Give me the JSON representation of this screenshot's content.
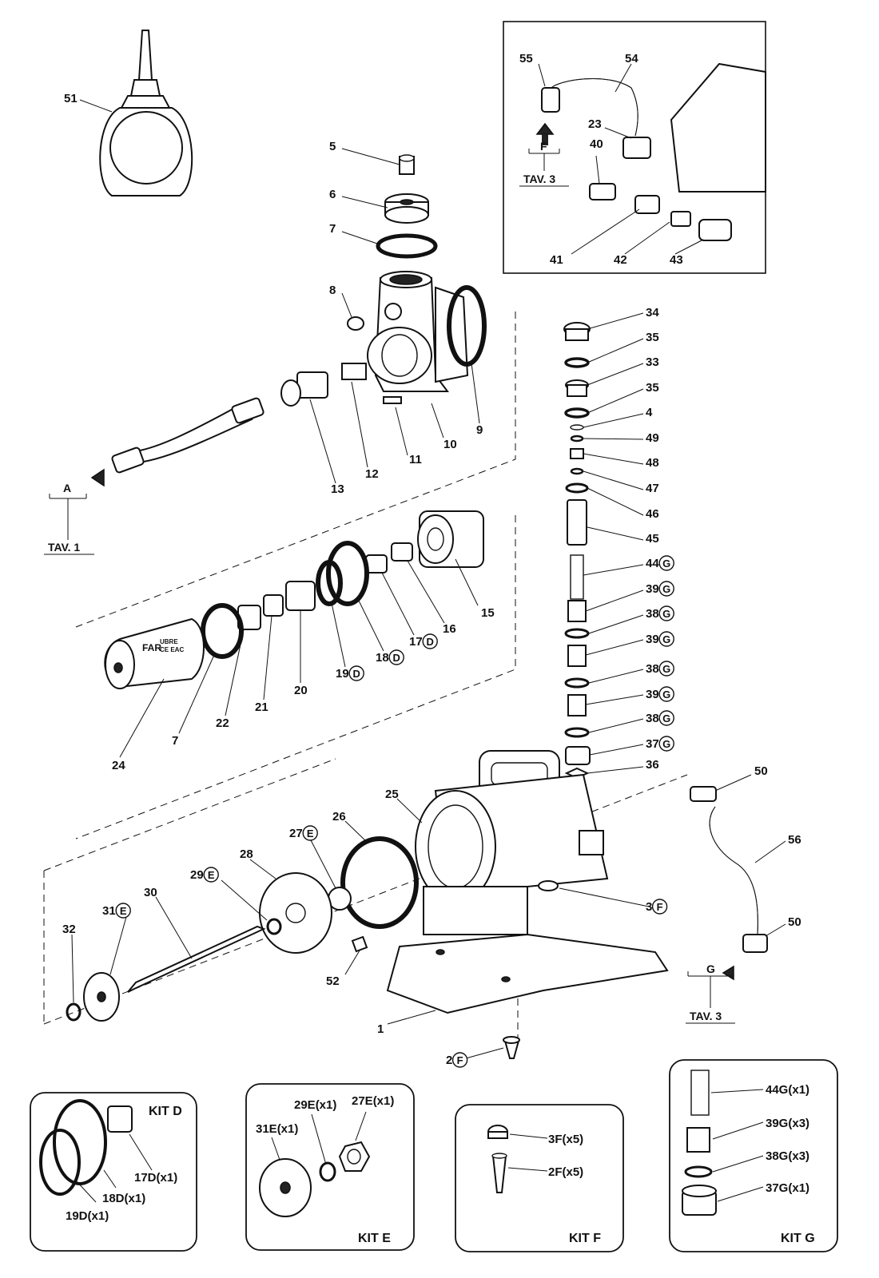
{
  "callouts": [
    {
      "id": "p51",
      "text": "51"
    },
    {
      "id": "p5",
      "text": "5"
    },
    {
      "id": "p6",
      "text": "6"
    },
    {
      "id": "p7a",
      "text": "7"
    },
    {
      "id": "p8",
      "text": "8"
    },
    {
      "id": "p9",
      "text": "9"
    },
    {
      "id": "p10",
      "text": "10"
    },
    {
      "id": "p11",
      "text": "11"
    },
    {
      "id": "p12",
      "text": "12"
    },
    {
      "id": "p13",
      "text": "13"
    },
    {
      "id": "p55",
      "text": "55"
    },
    {
      "id": "p54",
      "text": "54"
    },
    {
      "id": "p23",
      "text": "23"
    },
    {
      "id": "p40",
      "text": "40"
    },
    {
      "id": "p41",
      "text": "41"
    },
    {
      "id": "p42",
      "text": "42"
    },
    {
      "id": "p43",
      "text": "43"
    },
    {
      "id": "p34",
      "text": "34"
    },
    {
      "id": "p35a",
      "text": "35"
    },
    {
      "id": "p33",
      "text": "33"
    },
    {
      "id": "p35b",
      "text": "35"
    },
    {
      "id": "p4",
      "text": "4"
    },
    {
      "id": "p49",
      "text": "49"
    },
    {
      "id": "p48",
      "text": "48"
    },
    {
      "id": "p47",
      "text": "47"
    },
    {
      "id": "p46",
      "text": "46"
    },
    {
      "id": "p45",
      "text": "45"
    },
    {
      "id": "p44",
      "text": "44"
    },
    {
      "id": "p39a",
      "text": "39"
    },
    {
      "id": "p38a",
      "text": "38"
    },
    {
      "id": "p39b",
      "text": "39"
    },
    {
      "id": "p38b",
      "text": "38"
    },
    {
      "id": "p39c",
      "text": "39"
    },
    {
      "id": "p38c",
      "text": "38"
    },
    {
      "id": "p37",
      "text": "37"
    },
    {
      "id": "p36",
      "text": "36"
    },
    {
      "id": "p15",
      "text": "15"
    },
    {
      "id": "p16",
      "text": "16"
    },
    {
      "id": "p17",
      "text": "17"
    },
    {
      "id": "p18",
      "text": "18"
    },
    {
      "id": "p19",
      "text": "19"
    },
    {
      "id": "p20",
      "text": "20"
    },
    {
      "id": "p21",
      "text": "21"
    },
    {
      "id": "p22",
      "text": "22"
    },
    {
      "id": "p7b",
      "text": "7"
    },
    {
      "id": "p24",
      "text": "24"
    },
    {
      "id": "p25",
      "text": "25"
    },
    {
      "id": "p26",
      "text": "26"
    },
    {
      "id": "p27",
      "text": "27"
    },
    {
      "id": "p28",
      "text": "28"
    },
    {
      "id": "p29",
      "text": "29"
    },
    {
      "id": "p30",
      "text": "30"
    },
    {
      "id": "p31",
      "text": "31"
    },
    {
      "id": "p32",
      "text": "32"
    },
    {
      "id": "p52",
      "text": "52"
    },
    {
      "id": "p1",
      "text": "1"
    },
    {
      "id": "p2",
      "text": "2"
    },
    {
      "id": "p3",
      "text": "3"
    },
    {
      "id": "p50a",
      "text": "50"
    },
    {
      "id": "p56",
      "text": "56"
    },
    {
      "id": "p50b",
      "text": "50"
    }
  ],
  "kit_badges": {
    "D": "D",
    "E": "E",
    "F": "F",
    "G": "G"
  },
  "references": {
    "a_letter": "A",
    "a_table": "TAV. 1",
    "f_letter": "F",
    "f_table": "TAV. 3",
    "g_letter": "G",
    "g_table": "TAV. 3"
  },
  "pump_label": {
    "brand": "FAR",
    "line1": "UBRE",
    "mark": "CE EAC"
  },
  "kits": {
    "d": {
      "title": "KIT D",
      "items": [
        "17D(x1)",
        "18D(x1)",
        "19D(x1)"
      ]
    },
    "e": {
      "title": "KIT E",
      "items": [
        "31E(x1)",
        "29E(x1)",
        "27E(x1)"
      ]
    },
    "f": {
      "title": "KIT F",
      "items": [
        "3F(x5)",
        "2F(x5)"
      ]
    },
    "g": {
      "title": "KIT G",
      "items": [
        "44G(x1)",
        "39G(x3)",
        "38G(x3)",
        "37G(x1)"
      ]
    }
  }
}
